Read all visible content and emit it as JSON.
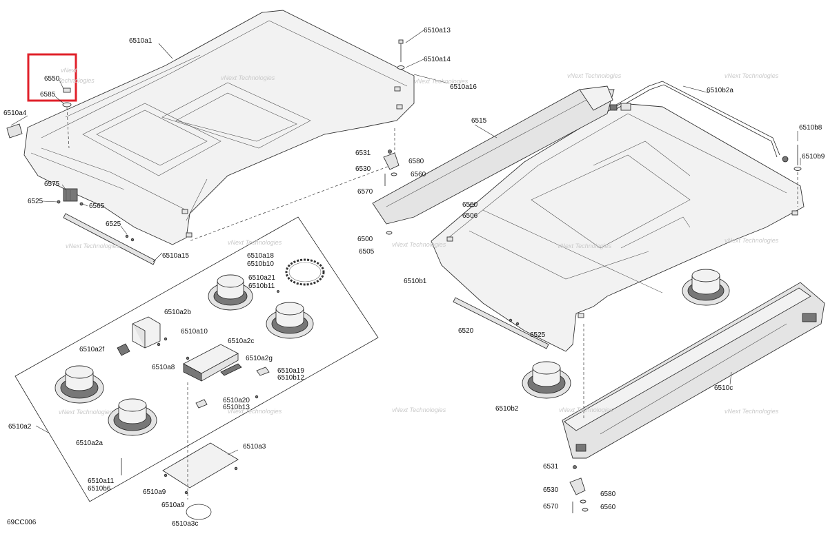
{
  "diagram_code": "69CC006",
  "highlight_color": "#e0202a",
  "watermark": {
    "line1": "vNext",
    "line2": "Technologies",
    "full": "vNext Technologies"
  },
  "labels": {
    "l6510a1": "6510a1",
    "l6510a13": "6510a13",
    "l6510a14": "6510a14",
    "l6510a16": "6510a16",
    "l6550": "6550",
    "l6585": "6585",
    "l6510a4": "6510a4",
    "l6575": "6575",
    "l6525a": "6525",
    "l6565": "6565",
    "l6525b": "6525",
    "l6510a15": "6510a15",
    "l6510a18": "6510a18",
    "l6510b10": "6510b10",
    "l6510a21": "6510a21",
    "l6510b11": "6510b11",
    "l6510a2b": "6510a2b",
    "l6510a10": "6510a10",
    "l6510a2f": "6510a2f",
    "l6510a2c": "6510a2c",
    "l6510a8": "6510a8",
    "l6510a2g": "6510a2g",
    "l6510a19": "6510a19",
    "l6510b12": "6510b12",
    "l6510a20": "6510a20",
    "l6510b13": "6510b13",
    "l6510a2": "6510a2",
    "l6510a2a": "6510a2a",
    "l6510a3": "6510a3",
    "l6510a11": "6510a11",
    "l6510b6": "6510b6",
    "l6510a9a": "6510a9",
    "l6510a9b": "6510a9",
    "l6510a3c": "6510a3c",
    "l6515": "6515",
    "l6531a": "6531",
    "l6530a": "6530",
    "l6580a": "6580",
    "l6560a": "6560",
    "l6570a": "6570",
    "l6500a": "6500",
    "l6506": "6506",
    "l6500b": "6500",
    "l6505": "6505",
    "l6510b2a": "6510b2a",
    "l6510b8": "6510b8",
    "l6510b9": "6510b9",
    "l6510b1": "6510b1",
    "l6520": "6520",
    "l6525c": "6525",
    "l6510c": "6510c",
    "l6510b2": "6510b2",
    "l6531b": "6531",
    "l6530b": "6530",
    "l6580b": "6580",
    "l6560b": "6560",
    "l6570b": "6570"
  }
}
